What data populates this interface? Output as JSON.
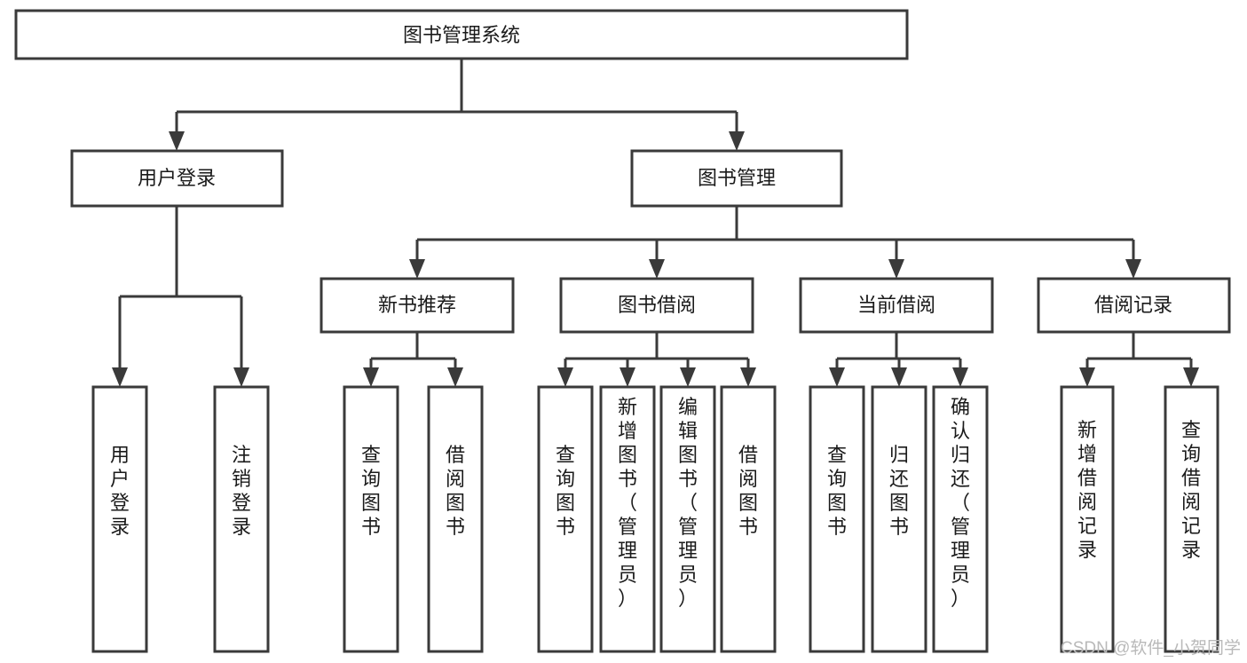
{
  "diagram": {
    "title": "图书管理系统",
    "type": "tree-hierarchy",
    "root": {
      "id": "root",
      "label": "图书管理系统"
    },
    "level2": [
      {
        "id": "user-login",
        "label": "用户登录"
      },
      {
        "id": "book-management",
        "label": "图书管理"
      }
    ],
    "level3": [
      {
        "id": "new-book-recommend",
        "label": "新书推荐",
        "parent": "book-management"
      },
      {
        "id": "book-borrow",
        "label": "图书借阅",
        "parent": "book-management"
      },
      {
        "id": "current-borrow",
        "label": "当前借阅",
        "parent": "book-management"
      },
      {
        "id": "borrow-record",
        "label": "借阅记录",
        "parent": "book-management"
      }
    ],
    "leaves": [
      {
        "id": "leaf-user-login",
        "label": "用户登录",
        "parent": "user-login"
      },
      {
        "id": "leaf-logout-login",
        "label": "注销登录",
        "parent": "user-login"
      },
      {
        "id": "leaf-query-book-1",
        "label": "查询图书",
        "parent": "new-book-recommend"
      },
      {
        "id": "leaf-borrow-book-1",
        "label": "借阅图书",
        "parent": "new-book-recommend"
      },
      {
        "id": "leaf-query-book-2",
        "label": "查询图书",
        "parent": "book-borrow"
      },
      {
        "id": "leaf-add-book",
        "label": "新增图书（管理员）",
        "parent": "book-borrow"
      },
      {
        "id": "leaf-edit-book",
        "label": "编辑图书（管理员）",
        "parent": "book-borrow"
      },
      {
        "id": "leaf-borrow-book-2",
        "label": "借阅图书",
        "parent": "book-borrow"
      },
      {
        "id": "leaf-query-book-3",
        "label": "查询图书",
        "parent": "current-borrow"
      },
      {
        "id": "leaf-return-book",
        "label": "归还图书",
        "parent": "current-borrow"
      },
      {
        "id": "leaf-confirm-return",
        "label": "确认归还（管理员）",
        "parent": "current-borrow"
      },
      {
        "id": "leaf-add-record",
        "label": "新增借阅记录",
        "parent": "borrow-record"
      },
      {
        "id": "leaf-query-record",
        "label": "查询借阅记录",
        "parent": "borrow-record"
      }
    ],
    "colors": {
      "stroke": "#3a3a3a",
      "fill": "#ffffff",
      "text": "#1a1a1a",
      "watermark": "#b9b9b9"
    }
  },
  "watermark": {
    "text": "CSDN @软件_小贺同学"
  }
}
